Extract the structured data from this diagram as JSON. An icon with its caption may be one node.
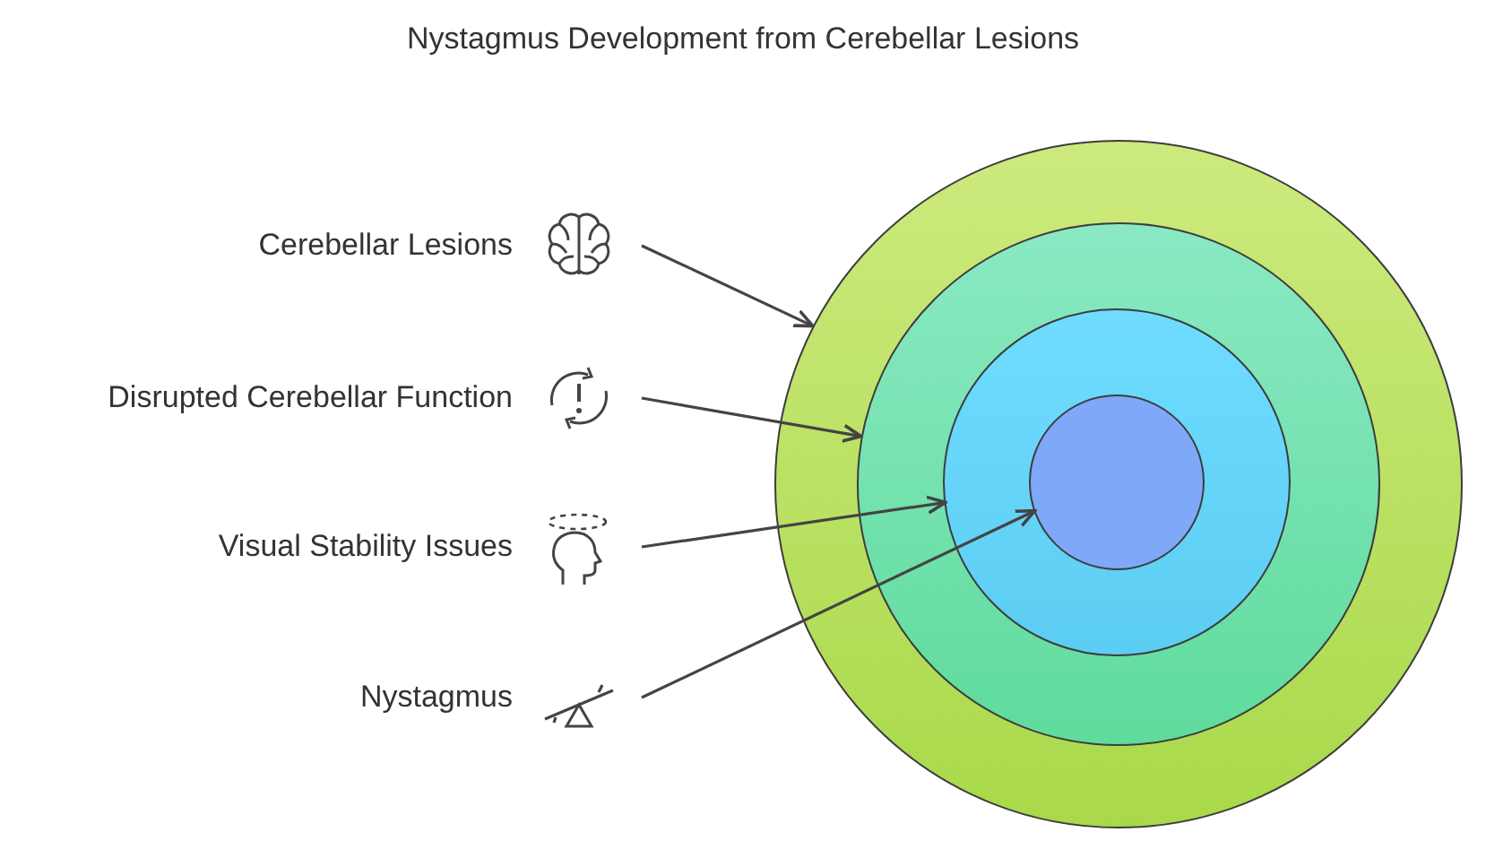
{
  "diagram": {
    "title": "Nystagmus Development from Cerebellar Lesions",
    "nodes": [
      {
        "text": [
          "Cerebellar Lesions"
        ]
      },
      {
        "text": [
          "Disrupted Cerebellar Function"
        ]
      },
      {
        "text": [
          "Visual Stability Issues"
        ]
      },
      {
        "text": [
          "Nystagmus"
        ]
      },
      {
        "text": [],
        "shape": "circle"
      },
      {
        "text": [],
        "shape": "circle",
        "in": 4
      },
      {
        "text": [],
        "shape": "circle",
        "in": 5
      },
      {
        "text": [],
        "shape": "circle",
        "in": 6
      }
    ],
    "edges": [
      {
        "from": 0,
        "to": 4,
        "arrow": "to"
      },
      {
        "from": 1,
        "to": 5,
        "arrow": "to"
      },
      {
        "from": 2,
        "to": 6,
        "arrow": "to"
      },
      {
        "from": 3,
        "to": 7,
        "arrow": "to"
      }
    ]
  }
}
